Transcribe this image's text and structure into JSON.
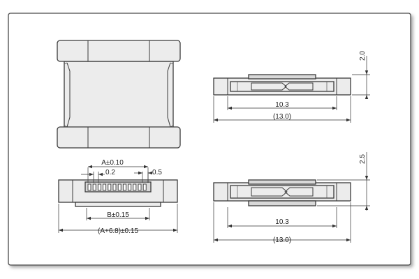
{
  "views": {
    "top_right": {
      "dim_inner": "10.3",
      "dim_outer": "(13.0)",
      "dim_height": "2.0"
    },
    "bottom_right": {
      "dim_inner": "10.3",
      "dim_outer": "(13.0)",
      "dim_height": "2.5"
    },
    "front": {
      "dim_pitch_total": "A±0.10",
      "dim_pitch": "0.2",
      "dim_edge": "0.5",
      "dim_b": "B±0.15",
      "dim_overall": "(A+6.8)±0.15"
    }
  }
}
